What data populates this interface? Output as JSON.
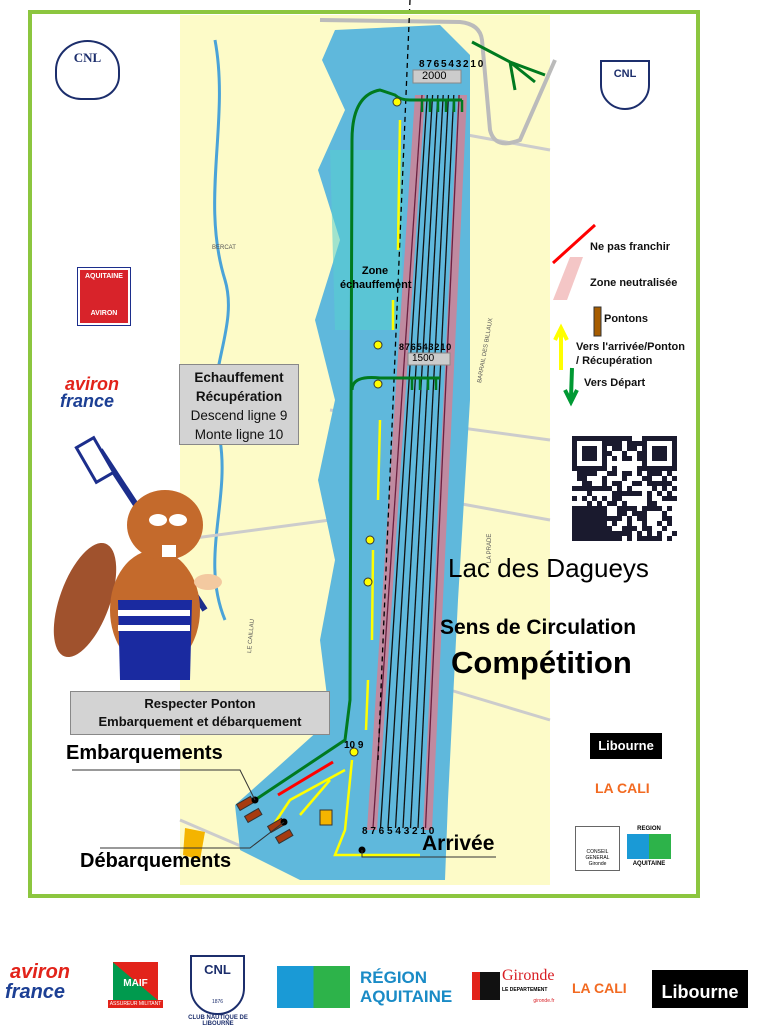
{
  "title": "Lac des Dagueys",
  "subtitle": "Sens de Circulation",
  "subtitle2": "Compétition",
  "map": {
    "lanes_top": "8 7 6 5 4 3 2 1 0",
    "distance_start": "2000",
    "lanes_mid": "8 7 6 5 4 3 2 1 0",
    "distance_mid": "1500",
    "lanes_finish": "8 7 6 5 4 3 2 1 0",
    "lane_pair": "10 9",
    "zone_label_1": "Zone",
    "zone_label_2": "échauffement",
    "finish_label": "Arrivée",
    "embark_label": "Embarquements",
    "disembark_label": "Débarquements",
    "road_labels": [
      "BERCAT",
      "BARRAIL DES BILLAUX",
      "LA PRADE",
      "LE CAILLAU"
    ]
  },
  "warmup_box": {
    "line1": "Echauffement",
    "line2": "Récupération",
    "line3": "Descend ligne 9",
    "line4": "Monte ligne 10"
  },
  "ponton_box": {
    "line1": "Respecter Ponton",
    "line2": "Embarquement et débarquement"
  },
  "legend": [
    {
      "label": "Ne pas franchir",
      "color": "#ff0000"
    },
    {
      "label": "Zone neutralisée",
      "color": "#f4c6c6"
    },
    {
      "label": "Pontons",
      "color": "#a65c00"
    },
    {
      "label": "Vers l'arrivée/Ponton",
      "label2": "/ Récupération",
      "color": "#ffff00"
    },
    {
      "label": "Vers Départ",
      "color": "#009933"
    }
  ],
  "logos": {
    "cnl": "CNL",
    "cnl_sub": "CLUB NAUTIQUE DE LIBOURNE",
    "aquitaine": "AQUITAINE",
    "aviron": "AVIRON",
    "aviron_france_1": "aviron",
    "aviron_france_2": "france",
    "libourne": "Libourne",
    "lacali": "LA CALI",
    "conseil": "CONSEIL GENERAL",
    "gironde": "Gironde",
    "region": "REGION",
    "region_aquitaine": "AQUITAINE",
    "maif": "MAIF",
    "maif_sub": "ASSUREUR MILITANT",
    "region_big_1": "RÉGION",
    "region_big_2": "AQUITAINE",
    "gironde_dep": "LE DEPARTEMENT",
    "gironde_url": "gironde.fr",
    "cnl_year": "1876"
  },
  "colors": {
    "frame": "#8cc63f",
    "water": "#5fb8dc",
    "land": "#fdfbc8",
    "route_green": "#007a1f",
    "route_yellow": "#ffff00"
  }
}
